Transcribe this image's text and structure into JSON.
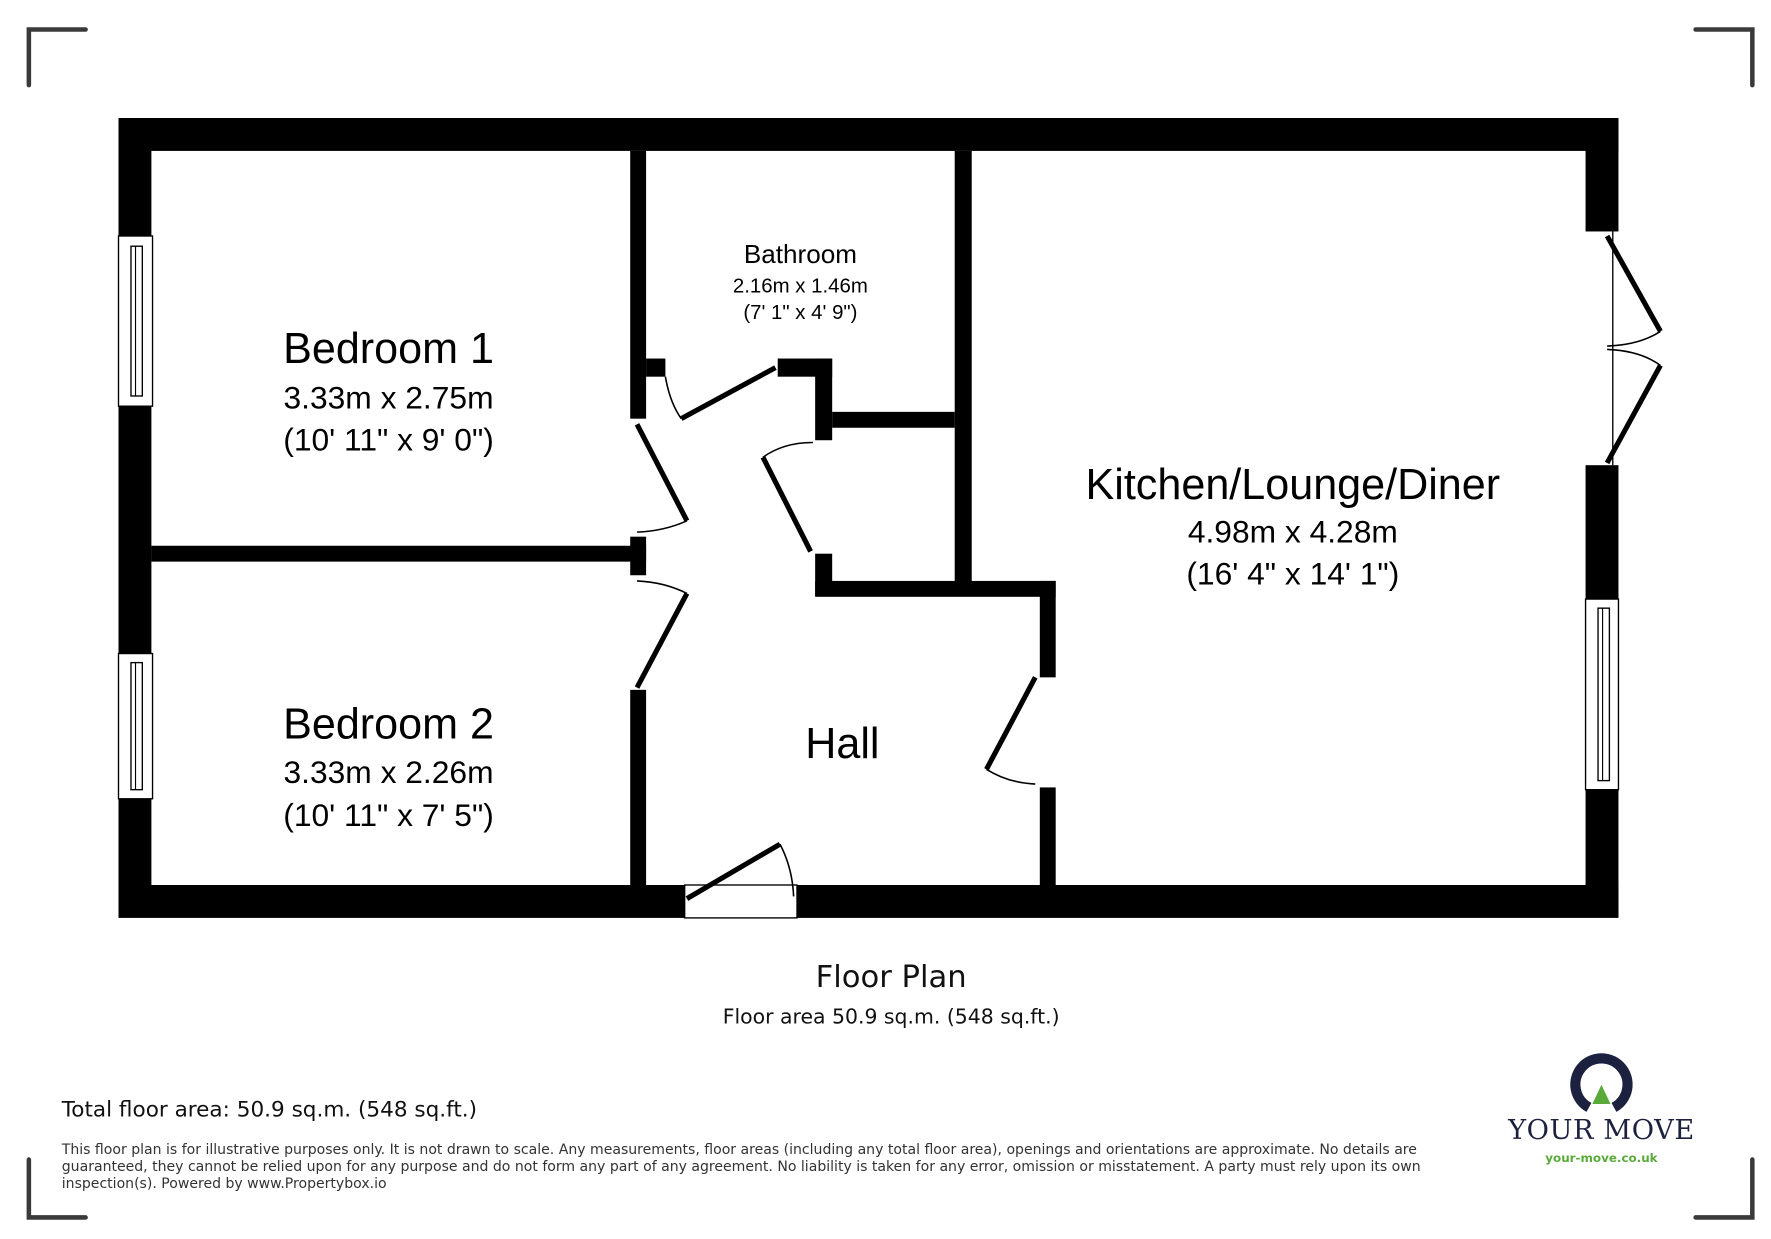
{
  "rooms": {
    "bedroom1": {
      "name": "Bedroom 1",
      "metric": "3.33m x 2.75m",
      "imperial": "(10' 11\" x 9' 0\")"
    },
    "bedroom2": {
      "name": "Bedroom 2",
      "metric": "3.33m x 2.26m",
      "imperial": "(10' 11\" x 7' 5\")"
    },
    "bathroom": {
      "name": "Bathroom",
      "metric": "2.16m x 1.46m",
      "imperial": "(7' 1\" x 4' 9\")"
    },
    "kitchen": {
      "name": "Kitchen/Lounge/Diner",
      "metric": "4.98m x 4.28m",
      "imperial": "(16' 4\" x 14' 1\")"
    },
    "hall": {
      "name": "Hall"
    }
  },
  "floor": {
    "title": "Floor Plan",
    "area": "Floor area 50.9 sq.m. (548 sq.ft.)"
  },
  "footer": {
    "total_area": "Total floor area: 50.9 sq.m. (548 sq.ft.)",
    "disclaimer_lines": [
      "This floor plan is for illustrative purposes only. It is not drawn to scale. Any measurements, floor areas (including any total floor area), openings and orientations are approximate. No details are",
      "guaranteed, they cannot be relied upon for any purpose and do not form any part of any agreement. No liability is taken for any error, omission or misstatement. A party must rely upon its own",
      "inspection(s). Powered by www.Propertybox.io"
    ]
  },
  "brand": {
    "name": "YOUR MOVE",
    "url": "your-move.co.uk",
    "colors": {
      "navy": "#1c2140",
      "green": "#5aaa3a"
    }
  }
}
